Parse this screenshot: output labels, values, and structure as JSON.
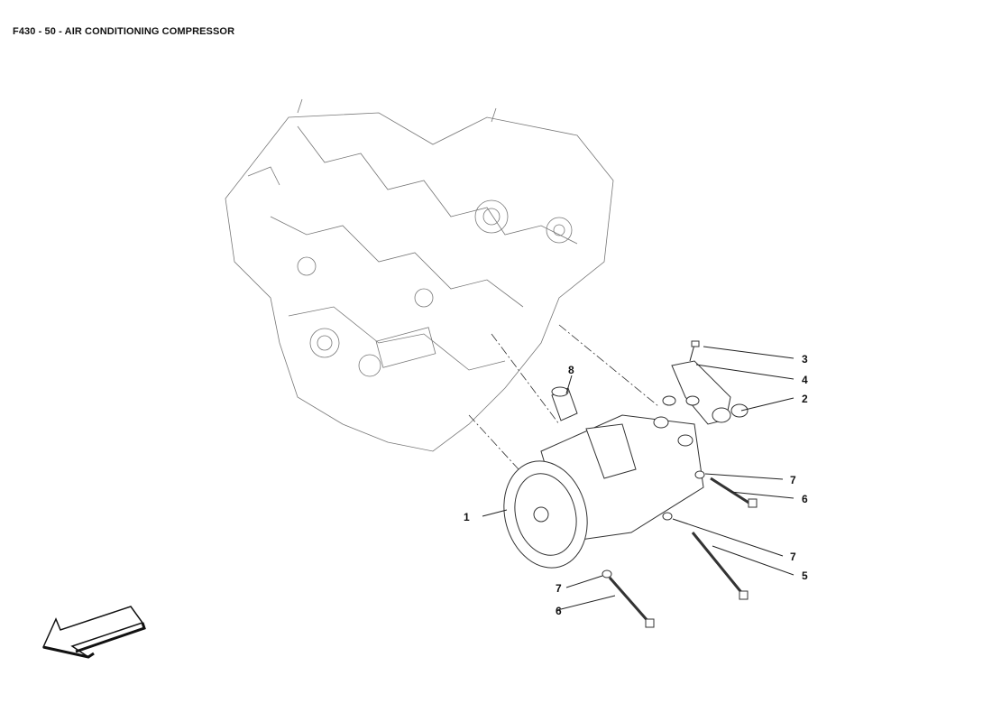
{
  "title": "F430 - 50 - AIR CONDITIONING COMPRESSOR",
  "callouts": [
    {
      "label": "1"
    },
    {
      "label": "2"
    },
    {
      "label": "3"
    },
    {
      "label": "4"
    },
    {
      "label": "5"
    },
    {
      "label": "6"
    },
    {
      "label": "6"
    },
    {
      "label": "7"
    },
    {
      "label": "7"
    },
    {
      "label": "7"
    },
    {
      "label": "8"
    }
  ]
}
